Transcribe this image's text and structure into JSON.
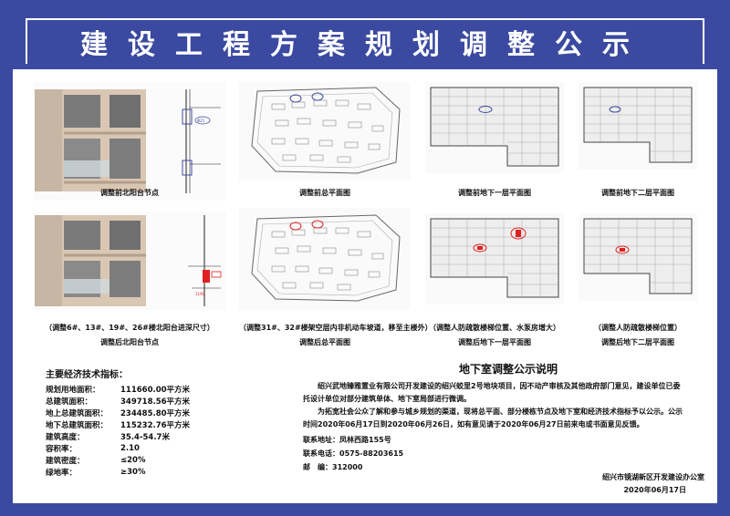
{
  "header": {
    "title": "建设工程方案规划调整公示"
  },
  "figures": {
    "before": [
      {
        "caption": "调整前北阳台节点"
      },
      {
        "caption": "调整前总平面图"
      },
      {
        "caption": "调整前地下一层平面图"
      },
      {
        "caption": "调整前地下二层平面图"
      }
    ],
    "after": [
      {
        "note": "（调整6#、13#、19#、26#楼北阳台进深尺寸）",
        "caption": "调整后北阳台节点"
      },
      {
        "note": "（调整31#、32#楼架空层内非机动车坡道，移至主楼外）",
        "caption": "调整后总平面图"
      },
      {
        "note": "（调整人防疏散楼梯位置、水泵房增大）",
        "caption": "调整后地下一层平面图"
      },
      {
        "note": "（调整人防疏散楼梯位置）",
        "caption": "调整后地下二层平面图"
      }
    ],
    "detail_labels": {
      "a": "Φ21",
      "b": "1190"
    }
  },
  "indicators": {
    "title": "主要经济技术指标：",
    "rows": [
      {
        "label": "规划用地面积：",
        "value": "111660.00平方米"
      },
      {
        "label": "总建筑面积：",
        "value": "349718.56平方米"
      },
      {
        "label": "地上总建筑面积：",
        "value": "234485.80平方米"
      },
      {
        "label": "地下总建筑面积：",
        "value": "115232.76平方米"
      },
      {
        "label": "建筑高度：",
        "value": "35.4-54.7米"
      },
      {
        "label": "容积率：",
        "value": "2.10"
      },
      {
        "label": "建筑密度：",
        "value": "≤20%"
      },
      {
        "label": "绿地率：",
        "value": "≥30%"
      }
    ]
  },
  "notice": {
    "title": "地下室调整公示说明",
    "p1": "绍兴武地臻雅置业有限公司开发建设的绍兴蛟里2号地块项目，因不动产审核及其他政府部门意见，建设单位已委托设计单位对部分建筑单体、地下室局部进行微调。",
    "p2": "为拓宽社会公众了解和参与城乡规划的渠道，现将总平面、部分楼栋节点及地下室和经济技术指标予以公示。公示时间2020年06月17日到2020年06月26日，如有意见请于2020年06月27日前来电或书面意见反馈。",
    "contacts": [
      {
        "label": "联系地址：",
        "value": "凤林西路155号"
      },
      {
        "label": "联系电话：",
        "value": "0575-88203615"
      },
      {
        "label": "邮　编：",
        "value": "312000"
      }
    ],
    "org": "绍兴市镜湖新区开发建设办公室",
    "date": "2020年06月17日"
  },
  "colors": {
    "frame": "#3b4aa0",
    "highlight_before": "#3b4aa0",
    "highlight_after": "#e02020"
  }
}
